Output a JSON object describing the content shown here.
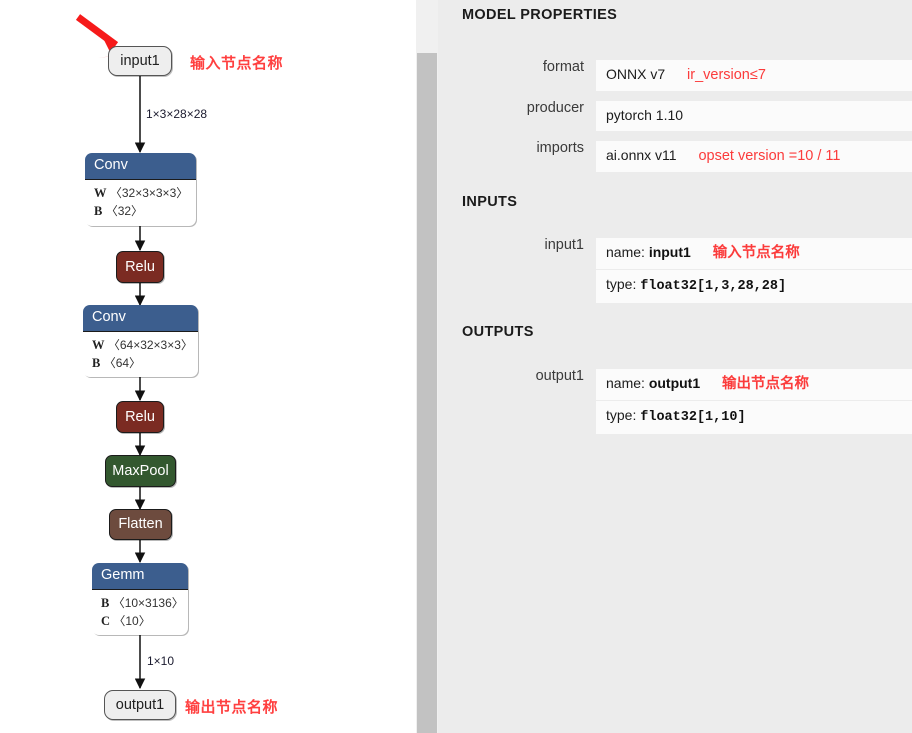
{
  "graph": {
    "input_node": {
      "label": "input1",
      "annotation": "输入节点名称"
    },
    "output_node": {
      "label": "output1",
      "annotation": "输出节点名称"
    },
    "edges": [
      {
        "label": "1×3×28×28"
      },
      {
        "label": "1×10"
      }
    ],
    "nodes": [
      {
        "type": "Conv",
        "title": "Conv",
        "attrs": [
          {
            "key": "W",
            "value": "〈32×3×3×3〉"
          },
          {
            "key": "B",
            "value": "〈32〉"
          }
        ]
      },
      {
        "type": "Relu",
        "title": "Relu",
        "attrs": []
      },
      {
        "type": "Conv",
        "title": "Conv",
        "attrs": [
          {
            "key": "W",
            "value": "〈64×32×3×3〉"
          },
          {
            "key": "B",
            "value": "〈64〉"
          }
        ]
      },
      {
        "type": "Relu",
        "title": "Relu",
        "attrs": []
      },
      {
        "type": "MaxPool",
        "title": "MaxPool",
        "attrs": []
      },
      {
        "type": "Flatten",
        "title": "Flatten",
        "attrs": []
      },
      {
        "type": "Gemm",
        "title": "Gemm",
        "attrs": [
          {
            "key": "B",
            "value": "〈10×3136〉"
          },
          {
            "key": "C",
            "value": "〈10〉"
          }
        ]
      }
    ],
    "colors": {
      "conv_header": "#3C5E8E",
      "relu": "#7B2B22",
      "maxpool": "#33582F",
      "flatten": "#6D4B3E",
      "pill": "#EEEEEE",
      "arrow_marker": "#FF0000",
      "annotation": "#FF4040"
    }
  },
  "properties": {
    "model_properties_title": "MODEL PROPERTIES",
    "inputs_title": "INPUTS",
    "outputs_title": "OUTPUTS",
    "model_rows": [
      {
        "key": "format",
        "value": "ONNX v7",
        "note": "ir_version≤7"
      },
      {
        "key": "producer",
        "value": "pytorch 1.10",
        "note": ""
      },
      {
        "key": "imports",
        "value": "ai.onnx v11",
        "note": "opset version =10 / 11"
      }
    ],
    "inputs": [
      {
        "key": "input1",
        "name_label": "name:",
        "name_value": "input1",
        "name_note": "输入节点名称",
        "type_label": "type:",
        "type_value": "float32[1,3,28,28]"
      }
    ],
    "outputs": [
      {
        "key": "output1",
        "name_label": "name:",
        "name_value": "output1",
        "name_note": "输出节点名称",
        "type_label": "type:",
        "type_value": "float32[1,10]"
      }
    ]
  },
  "scrollbar": {
    "name": "vertical-scrollbar"
  }
}
